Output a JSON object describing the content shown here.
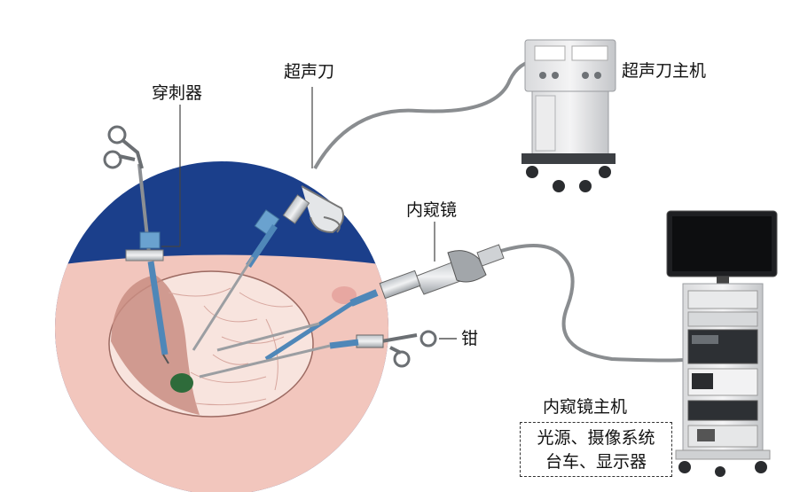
{
  "labels": {
    "trocar": "穿刺器",
    "ultrasonic_scalpel": "超声刀",
    "ultrasonic_host": "超声刀主机",
    "endoscope": "内窥镜",
    "forceps": "钳",
    "endoscope_host": "内窥镜主机"
  },
  "endoscope_host_details": {
    "line1": "光源、摄像系统",
    "line2": "台车、显示器"
  },
  "colors": {
    "abdomen_wall": "#1b3f8b",
    "abdomen_inside": "#f2c6bd",
    "cavity": "#c98d82",
    "instrument_blue": "#6aa2cf",
    "cable": "#888888",
    "tumor": "#2e6b3a"
  }
}
